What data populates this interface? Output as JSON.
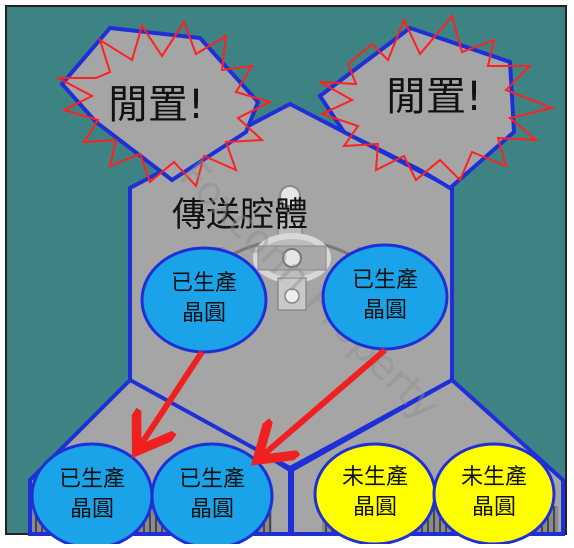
{
  "diagram": {
    "colors": {
      "background": "#3e8384",
      "chamber_fill": "#a5a5a5",
      "outline": "#1f2fd8",
      "burst": "#ff2020",
      "arrow": "#f02020",
      "blue_wafer": "#1aa3e8",
      "yellow_wafer": "#ffff00"
    },
    "idle_label": "閒置!",
    "transfer_chamber_label": "傳送腔體",
    "watermark": "Foxconn Property",
    "wafers": [
      {
        "line1": "已生產",
        "line2": "晶圓",
        "color": "blue"
      },
      {
        "line1": "已生產",
        "line2": "晶圓",
        "color": "blue"
      },
      {
        "line1": "已生產",
        "line2": "晶圓",
        "color": "blue"
      },
      {
        "line1": "已生產",
        "line2": "晶圓",
        "color": "blue"
      },
      {
        "line1": "未生產",
        "line2": "晶圓",
        "color": "yellow"
      },
      {
        "line1": "未生產",
        "line2": "晶圓",
        "color": "yellow"
      }
    ]
  }
}
